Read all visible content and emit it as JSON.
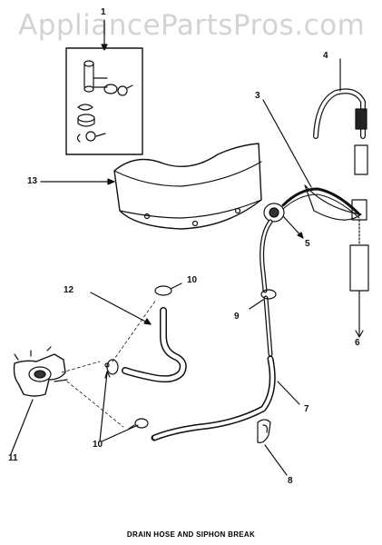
{
  "watermark": "AppliancePartsPros.com",
  "caption": "DRAIN HOSE AND SIPHON BREAK",
  "callouts": {
    "c1": "1",
    "c3": "3",
    "c4": "4",
    "c5": "5",
    "c6": "6",
    "c7": "7",
    "c8": "8",
    "c9": "9",
    "c10a": "10",
    "c10b": "10",
    "c11": "11",
    "c12": "12",
    "c13": "13"
  }
}
